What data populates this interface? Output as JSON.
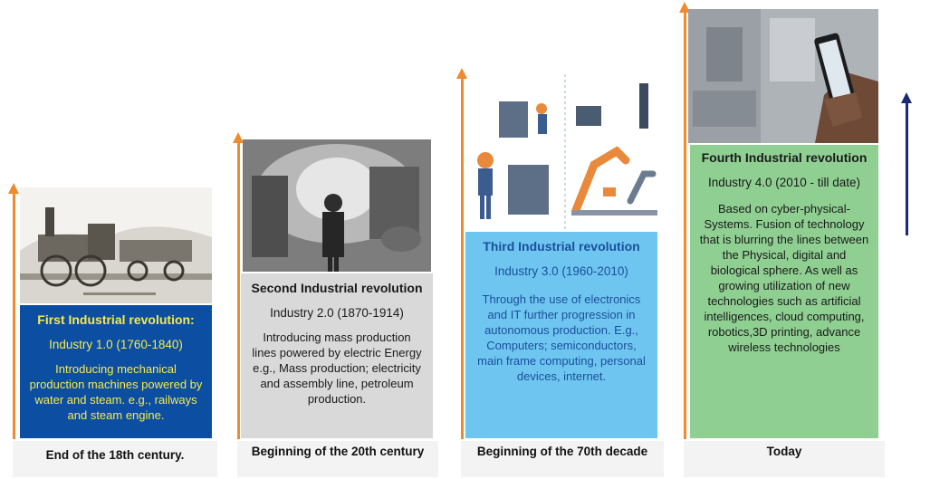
{
  "colors": {
    "arrow": "#f08a2e",
    "arrow_today": "#1a2a6e",
    "card1": "#0c4fa2",
    "card1_text": "#f7e94a",
    "card2": "#d9d9d9",
    "card3": "#6ec6f0",
    "card3_text": "#1b4f9c",
    "card4": "#8fcf92"
  },
  "icons": [
    "orange-up-arrow-icon",
    "navy-up-arrow-icon"
  ],
  "stages": [
    {
      "title": "First Industrial revolution:",
      "period": "Industry 1.0 (1760-1840)",
      "description": "Introducing mechanical production machines powered by water and steam. e.g., railways and steam engine.",
      "footer": "End of the 18th century.",
      "image": "steam-locomotive-engraving",
      "caption": ""
    },
    {
      "title": "Second Industrial revolution",
      "period": "Industry 2.0 (1870-1914)",
      "description": "Introducing mass production lines powered by electric Energy e.g., Mass production; electricity and assembly line, petroleum production.",
      "footer": "Beginning of the 20th century",
      "image": "electricity-demonstration-photo"
    },
    {
      "title": "Third Industrial revolution",
      "period": "Industry 3.0 (1960-2010)",
      "description": "Through the use of electronics and IT further progression in autonomous production. E.g., Computers; semiconductors, main frame computing, personal devices, internet.",
      "footer": "Beginning of the 70th decade",
      "image": "factory-automation-illustration"
    },
    {
      "title": "Fourth Industrial revolution",
      "period": "Industry 4.0 (2010 - till date)",
      "description": "Based on cyber-physical-Systems. Fusion of technology that is blurring the lines between the Physical, digital and biological sphere. As well as growing utilization of new technologies such as artificial intelligences, cloud computing, robotics,3D printing, advance wireless technologies",
      "footer": "Today",
      "image": "smartphone-factory-photo"
    }
  ]
}
